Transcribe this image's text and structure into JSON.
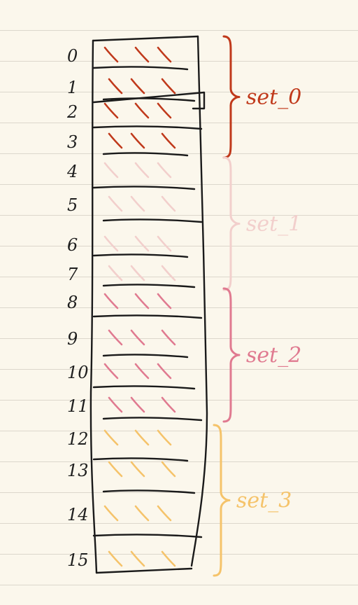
{
  "diagram": {
    "rows": [
      "0",
      "1",
      "2",
      "3",
      "4",
      "5",
      "6",
      "7",
      "8",
      "9",
      "10",
      "11",
      "12",
      "13",
      "14",
      "15"
    ],
    "sets": [
      {
        "label": "set_0",
        "rows": [
          0,
          3
        ],
        "color": "#c0391b"
      },
      {
        "label": "set_1",
        "rows": [
          4,
          7
        ],
        "color": "#f2cfcc"
      },
      {
        "label": "set_2",
        "rows": [
          8,
          11
        ],
        "color": "#e07a90"
      },
      {
        "label": "set_3",
        "rows": [
          12,
          15
        ],
        "color": "#f5c36a"
      }
    ]
  }
}
